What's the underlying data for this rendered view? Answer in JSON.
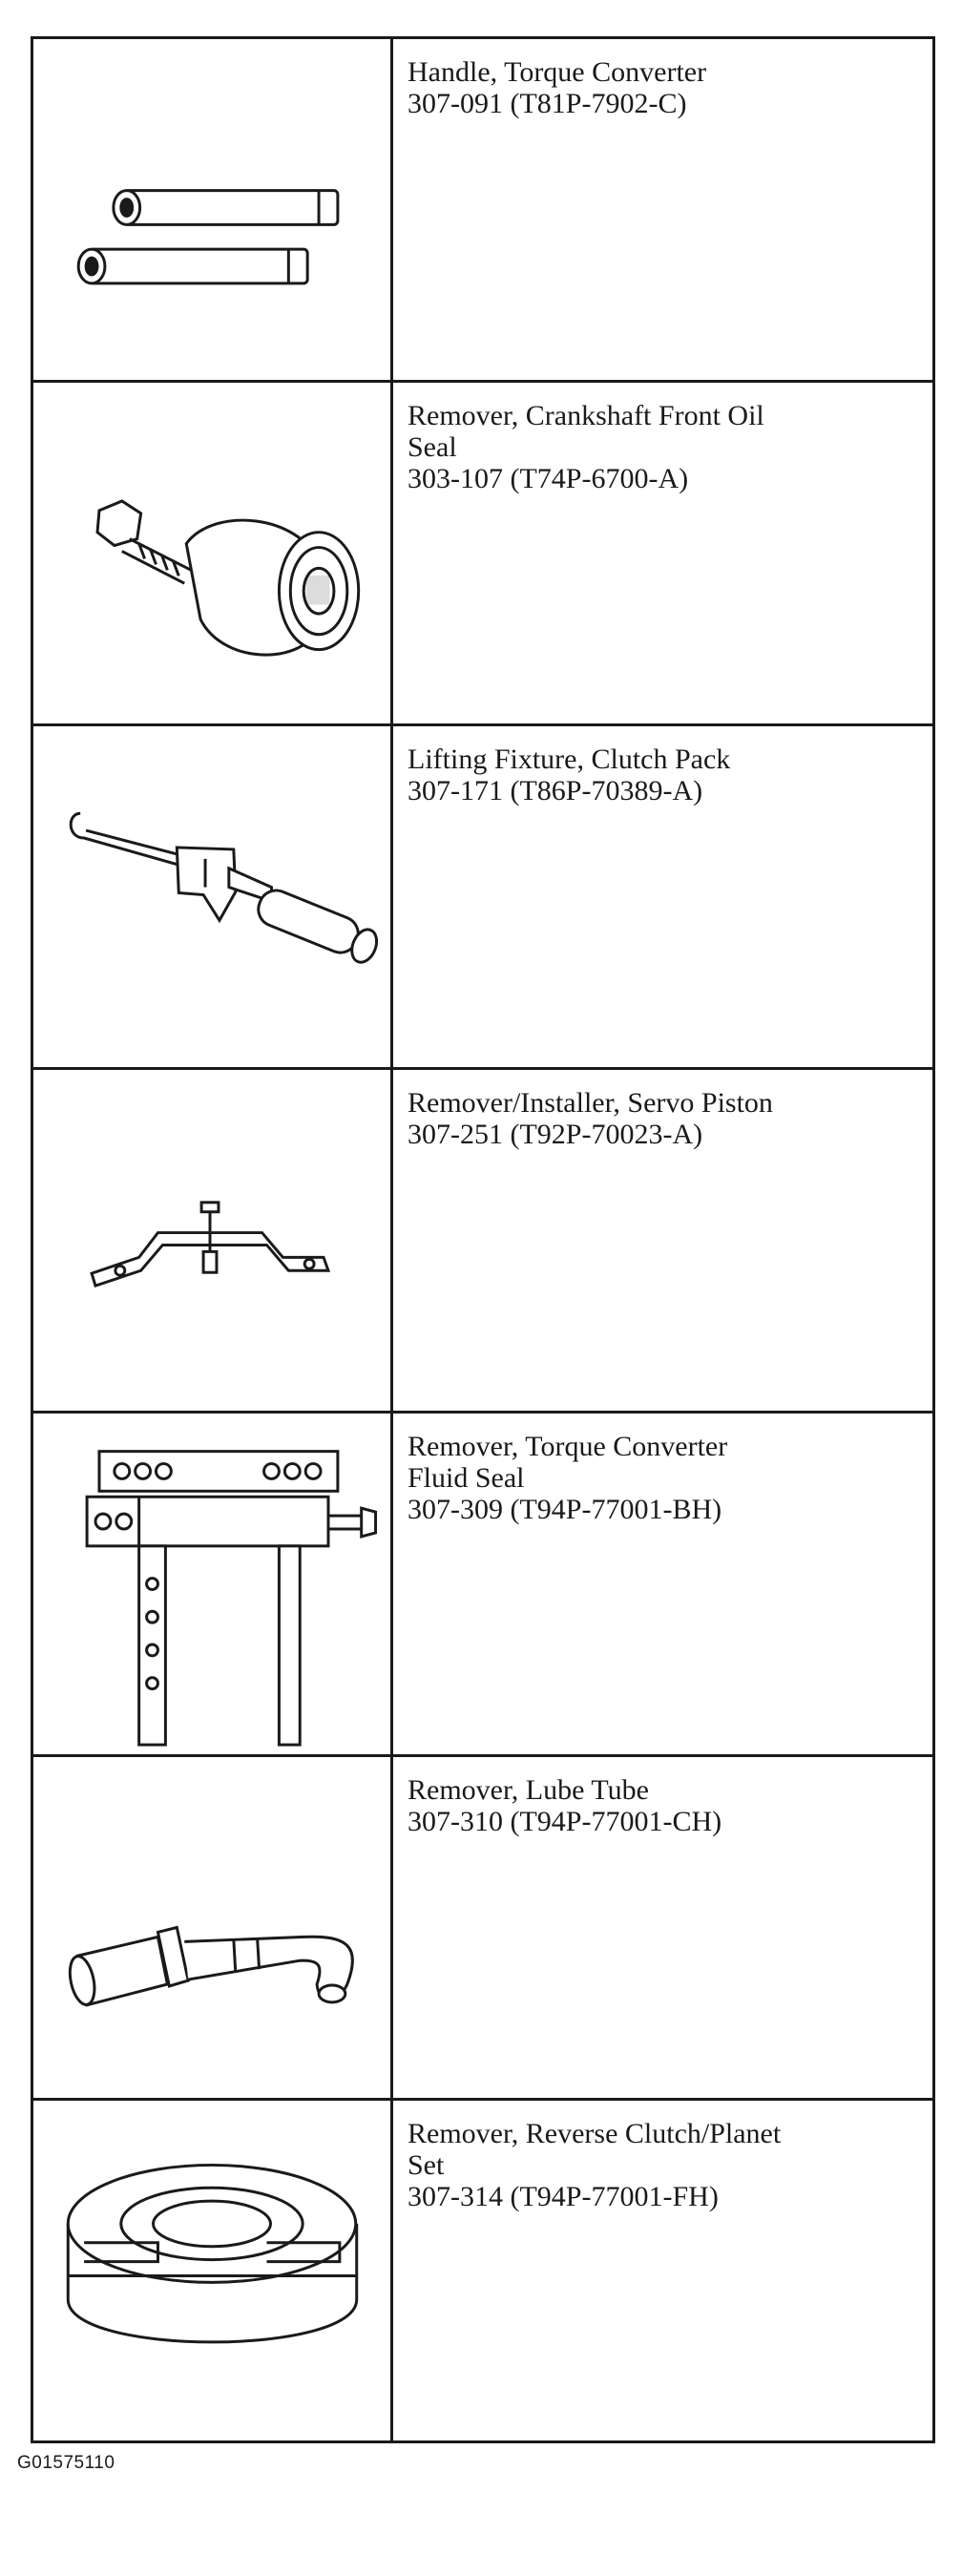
{
  "tools": [
    {
      "lines": [
        "Handle, Torque Converter",
        "307-091 (T81P-7902-C)"
      ],
      "icon": "handle-icon"
    },
    {
      "lines": [
        "Remover, Crankshaft Front Oil",
        "Seal",
        "303-107 (T74P-6700-A)"
      ],
      "icon": "seal-remover-icon"
    },
    {
      "lines": [
        "Lifting Fixture, Clutch Pack",
        "307-171 (T86P-70389-A)"
      ],
      "icon": "lifting-fixture-icon"
    },
    {
      "lines": [
        "Remover/Installer, Servo Piston",
        "307-251 (T92P-70023-A)"
      ],
      "icon": "servo-tool-icon"
    },
    {
      "lines": [
        "Remover, Torque Converter",
        "Fluid Seal",
        "307-309 (T94P-77001-BH)"
      ],
      "icon": "fluid-seal-remover-icon"
    },
    {
      "lines": [
        "Remover, Lube Tube",
        "307-310 (T94P-77001-CH)"
      ],
      "icon": "lube-tube-remover-icon"
    },
    {
      "lines": [
        "Remover, Reverse Clutch/Planet",
        "Set",
        "307-314 (T94P-77001-FH)"
      ],
      "icon": "clutch-planet-remover-icon"
    }
  ],
  "caption": "G01575110"
}
